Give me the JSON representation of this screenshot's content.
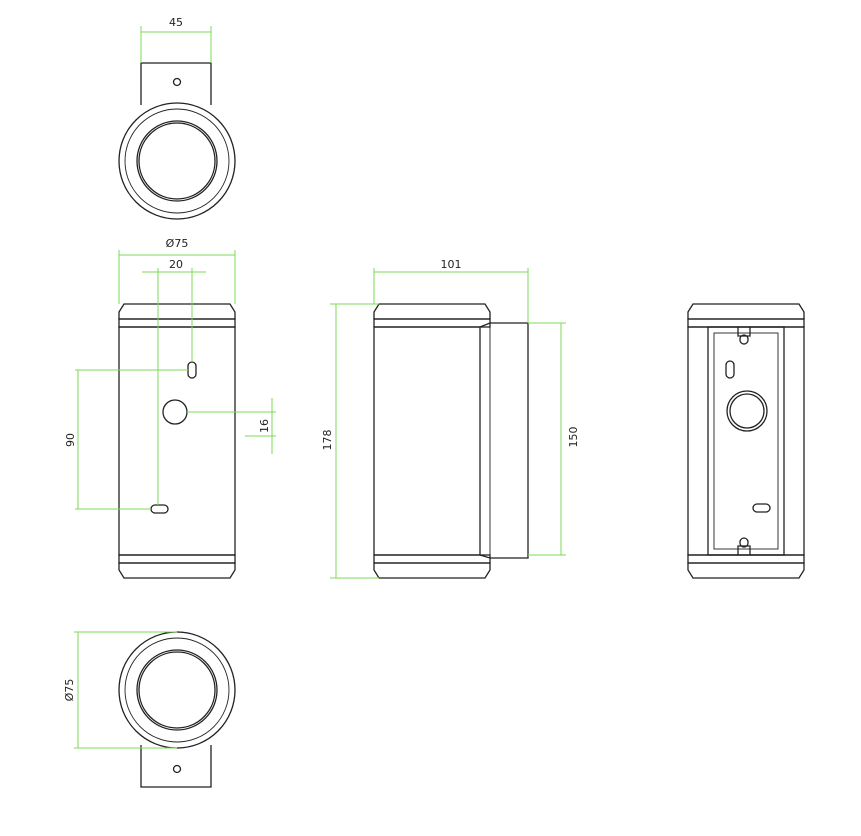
{
  "dimensions": {
    "top_bracket_width": "45",
    "diameter_side": "Ø75",
    "hole_spacing_horizontal": "20",
    "hole_spacing_vertical": "90",
    "cable_hole_offset": "16",
    "total_depth": "101",
    "total_height": "178",
    "plate_height": "150",
    "diameter_bottom": "Ø75"
  },
  "colors": {
    "outline": "#222222",
    "dimension_line": "#7ed957",
    "background": "#ffffff"
  }
}
